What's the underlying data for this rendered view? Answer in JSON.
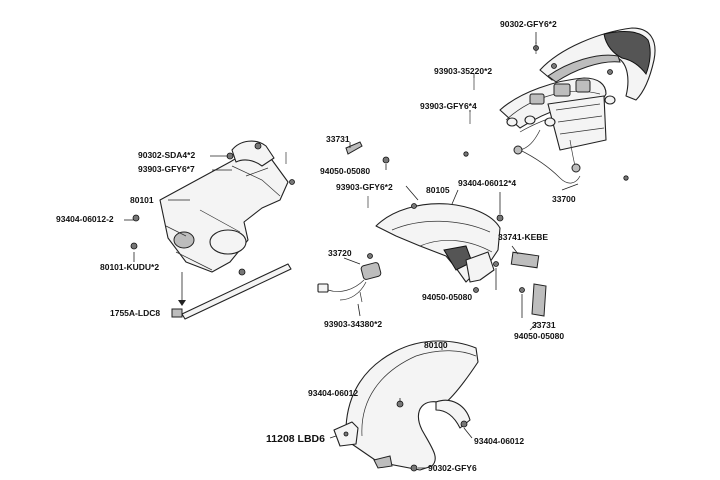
{
  "labels": {
    "l1": "90302-GFY6*2",
    "l2": "93903-35220*2",
    "l3": "93903-GFY6*4",
    "l4": "33731",
    "l5": "90302-SDA4*2",
    "l6": "93903-GFY6*7",
    "l7": "94050-05080",
    "l8": "93903-GFY6*2",
    "l9": "93404-06012*4",
    "l10": "80105",
    "l11": "33700",
    "l12": "80101",
    "l13": "93404-06012-2",
    "l14": "33741-KEBE",
    "l15": "33720",
    "l16": "80101-KUDU*2",
    "l17": "94050-05080",
    "l18": "1755A-LDC8",
    "l19": "33731",
    "l20": "93903-34380*2",
    "l21": "94050-05080",
    "l22": "80100",
    "l23": "93404-06012",
    "l24": "11208 LBD6",
    "l25": "93404-06012",
    "l26": "90302-GFY6"
  }
}
